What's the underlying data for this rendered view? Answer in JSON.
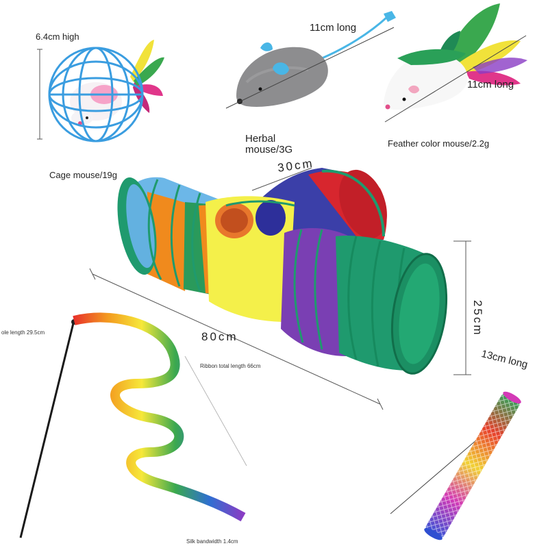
{
  "labels": {
    "cage_height": "6.4cm high",
    "cage_weight": "Cage mouse/19g",
    "herbal_length": "11cm long",
    "herbal_name": "Herbal",
    "herbal_weight": "mouse/3G",
    "feather_length": "11cm long",
    "feather_weight": "Feather color mouse/2.2g",
    "tunnel_branch": "30cm",
    "tunnel_length": "80cm",
    "tunnel_diameter": "25cm",
    "ribbon_total": "Ribbon total length 66cm",
    "pole_length": "ole length 29.5cm",
    "silk_width": "Silk bandwidth 1.4cm",
    "tube_length": "13cm long"
  },
  "colors": {
    "cage_wire": "#3a9de0",
    "mouse_grey": "#8d8d8f",
    "ear_blue": "#49b6e6",
    "tunnel_green": "#1f9a6e",
    "tunnel_yellow": "#f4f04a",
    "tunnel_orange": "#f08a1d",
    "tunnel_blue": "#6cb7e8",
    "tunnel_purple": "#7a3fb3",
    "tunnel_navy": "#3b3fa8",
    "tunnel_red": "#d7262e"
  },
  "icons": [
    "cage-ball-mouse",
    "herbal-plush-mouse",
    "feather-mouse",
    "rainbow-tunnel",
    "ribbon-wand",
    "rainbow-spring-tube"
  ]
}
